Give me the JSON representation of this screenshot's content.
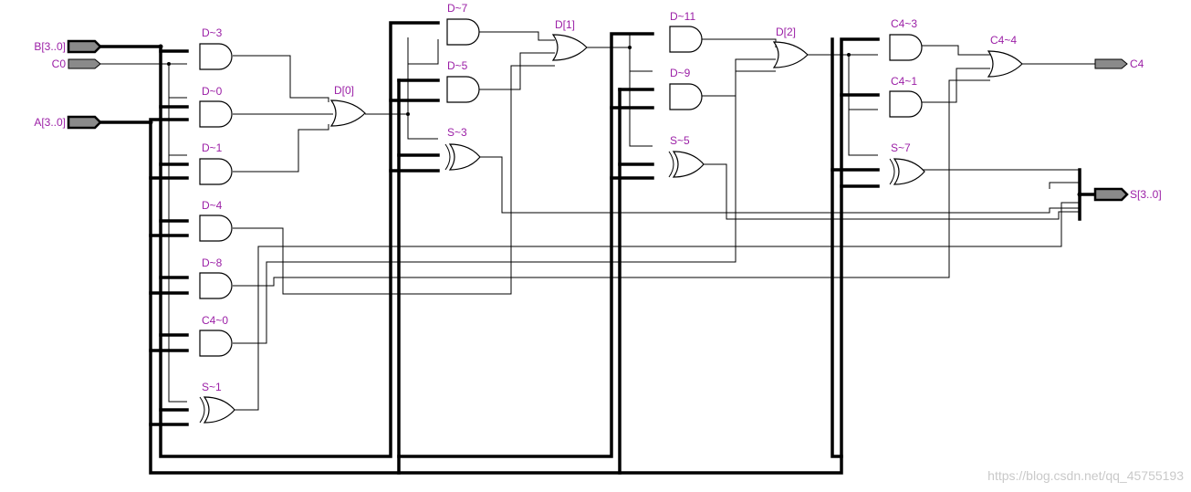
{
  "inputs": {
    "b": "B[3..0]",
    "c0": "C0",
    "a": "A[3..0]"
  },
  "outputs": {
    "c4": "C4",
    "s": "S[3..0]"
  },
  "gates": {
    "d3": "D~3",
    "d0": "D~0",
    "d1": "D~1",
    "d4": "D~4",
    "d8": "D~8",
    "c40": "C4~0",
    "s1": "S~1",
    "dor0": "D[0]",
    "d7": "D~7",
    "d5": "D~5",
    "s3": "S~3",
    "dor1": "D[1]",
    "d11": "D~11",
    "d9": "D~9",
    "s5": "S~5",
    "dor2": "D[2]",
    "c43": "C4~3",
    "c41": "C4~1",
    "s7": "S~7",
    "c44": "C4~4"
  },
  "watermark": "https://blog.csdn.net/qq_45755193",
  "colors": {
    "label": "#9b1fa6",
    "wire": "#000000",
    "pin": "#8a8a8a",
    "background": "#ffffff"
  }
}
